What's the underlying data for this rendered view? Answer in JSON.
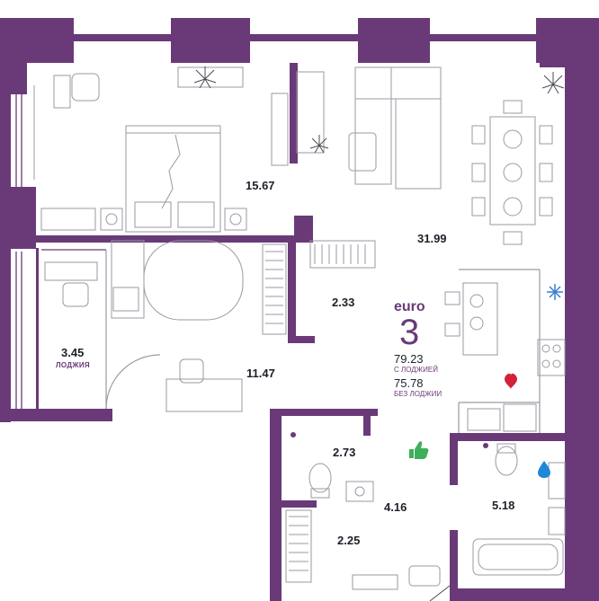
{
  "colors": {
    "wall": "#6a3a78",
    "accent": "#6a3a78",
    "text": "#1f1f2a",
    "heart": "#d4203a",
    "water_drop": "#1e88d8",
    "snowflake": "#3a7fd0",
    "thumb": "#3fae5a",
    "furniture": "#9a9aa3"
  },
  "badge": {
    "class_label": "euro",
    "rooms": "3",
    "area_with_loggia": "79.23",
    "with_loggia_label": "С ЛОДЖИЕЙ",
    "area_without_loggia": "75.78",
    "without_loggia_label": "БЕЗ ЛОДЖИИ"
  },
  "rooms": [
    {
      "id": "bedroom-master",
      "area": "15.67"
    },
    {
      "id": "living-kitchen",
      "area": "31.99"
    },
    {
      "id": "wardrobe",
      "area": "2.33"
    },
    {
      "id": "loggia",
      "area": "3.45",
      "caption": "ЛОДЖИЯ"
    },
    {
      "id": "bedroom-second",
      "area": "11.47"
    },
    {
      "id": "toilet",
      "area": "2.73"
    },
    {
      "id": "hall",
      "area": "4.16"
    },
    {
      "id": "bathroom",
      "area": "5.18"
    },
    {
      "id": "storage",
      "area": "2.25"
    }
  ],
  "icons": [
    "heart-icon",
    "water-drop-icon",
    "snowflake-icon",
    "thumbs-up-icon",
    "plant-icon"
  ]
}
